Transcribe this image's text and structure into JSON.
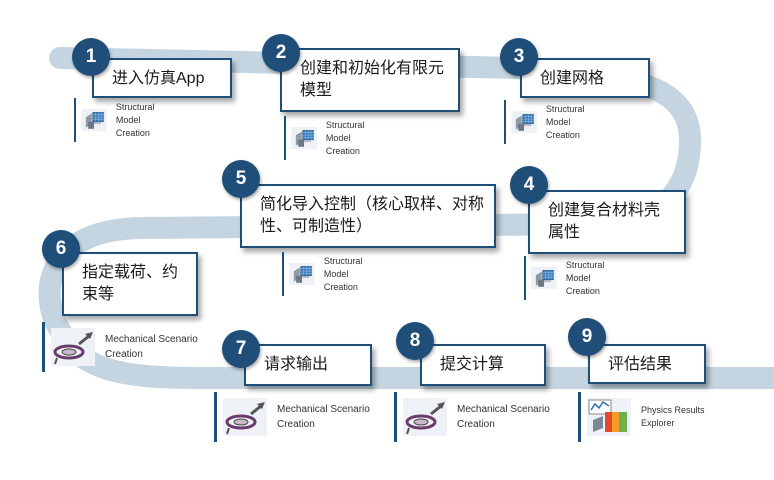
{
  "steps": [
    {
      "num": "1",
      "label": "进入仿真App",
      "app": "Structural Model Creation",
      "icon": "structural-cube-icon"
    },
    {
      "num": "2",
      "label": "创建和初始化有限元模型",
      "app": "Structural Model Creation",
      "icon": "structural-cube-icon"
    },
    {
      "num": "3",
      "label": "创建网格",
      "app": "Structural Model Creation",
      "icon": "structural-cube-icon"
    },
    {
      "num": "4",
      "label": "创建复合材料壳属性",
      "app": "Structural Model Creation",
      "icon": "structural-cube-icon"
    },
    {
      "num": "5",
      "label": "简化导入控制（核心取样、对称性、可制造性）",
      "app": "Structural Model Creation",
      "icon": "structural-cube-icon"
    },
    {
      "num": "6",
      "label": "指定载荷、约束等",
      "app": "Mechanical Scenario Creation",
      "icon": "mechanical-scenario-icon"
    },
    {
      "num": "7",
      "label": "请求输出",
      "app": "Mechanical Scenario Creation",
      "icon": "mechanical-scenario-icon"
    },
    {
      "num": "8",
      "label": "提交计算",
      "app": "Mechanical Scenario Creation",
      "icon": "mechanical-scenario-icon"
    },
    {
      "num": "9",
      "label": "评估结果",
      "app": "Physics Results Explorer",
      "icon": "physics-results-icon"
    }
  ],
  "colors": {
    "accent": "#1f4e79",
    "path": "#b7cbd9"
  }
}
